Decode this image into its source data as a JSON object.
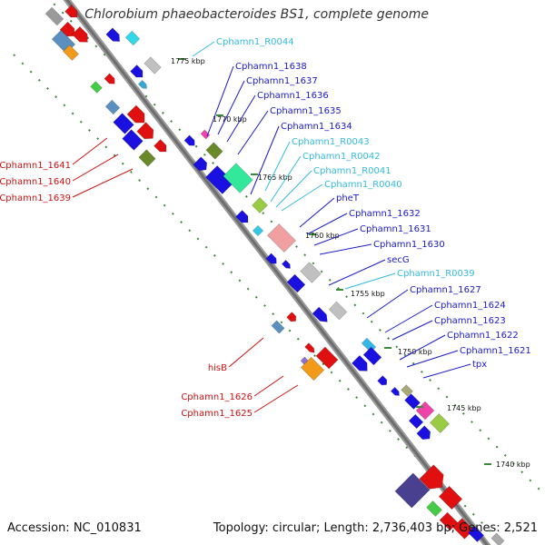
{
  "title": "Chlorobium phaeobacteroides BS1, complete genome",
  "footer": {
    "accession": "Accession: NC_010831",
    "topology": "Topology: circular; Length: 2,736,403 bp; Genes: 2,521"
  },
  "colors": {
    "axis": "#8a8a8a",
    "forward_label": "#1a1ac8",
    "rna_label": "#33bbdd",
    "reverse_label": "#cc1111",
    "tick": "#3a8a3a"
  },
  "scale_ticks": [
    "1775 kbp",
    "1770 kbp",
    "1765 kbp",
    "1760 kbp",
    "1755 kbp",
    "1750 kbp",
    "1745 kbp",
    "1740 kbp"
  ],
  "forward_labels": [
    {
      "text": "Cphamn1_R0044",
      "type": "rna"
    },
    {
      "text": "Cphamn1_1638",
      "type": "cds"
    },
    {
      "text": "Cphamn1_1637",
      "type": "cds"
    },
    {
      "text": "Cphamn1_1636",
      "type": "cds"
    },
    {
      "text": "Cphamn1_1635",
      "type": "cds"
    },
    {
      "text": "Cphamn1_1634",
      "type": "cds"
    },
    {
      "text": "Cphamn1_R0043",
      "type": "rna"
    },
    {
      "text": "Cphamn1_R0042",
      "type": "rna"
    },
    {
      "text": "Cphamn1_R0041",
      "type": "rna"
    },
    {
      "text": "Cphamn1_R0040",
      "type": "rna"
    },
    {
      "text": "pheT",
      "type": "cds"
    },
    {
      "text": "Cphamn1_1632",
      "type": "cds"
    },
    {
      "text": "Cphamn1_1631",
      "type": "cds"
    },
    {
      "text": "Cphamn1_1630",
      "type": "cds"
    },
    {
      "text": "secG",
      "type": "cds"
    },
    {
      "text": "Cphamn1_R0039",
      "type": "rna"
    },
    {
      "text": "Cphamn1_1627",
      "type": "cds"
    },
    {
      "text": "Cphamn1_1624",
      "type": "cds"
    },
    {
      "text": "Cphamn1_1623",
      "type": "cds"
    },
    {
      "text": "Cphamn1_1622",
      "type": "cds"
    },
    {
      "text": "Cphamn1_1621",
      "type": "cds"
    },
    {
      "text": "tpx",
      "type": "cds"
    }
  ],
  "reverse_labels": [
    {
      "text": "Cphamn1_1641"
    },
    {
      "text": "Cphamn1_1640"
    },
    {
      "text": "Cphamn1_1639"
    },
    {
      "text": "hisB"
    },
    {
      "text": "Cphamn1_1626"
    },
    {
      "text": "Cphamn1_1625"
    }
  ]
}
